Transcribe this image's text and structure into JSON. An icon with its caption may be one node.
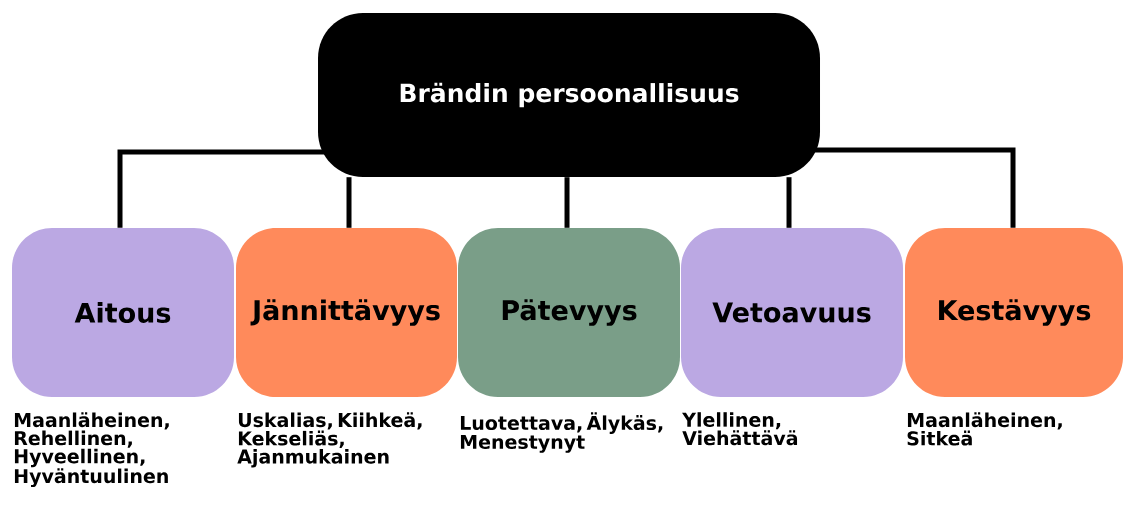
{
  "diagram": {
    "nodes": [
      {
        "text": [
          "Brändin persoonallisuus"
        ]
      },
      {
        "text": [
          "Aitous"
        ],
        "beside": [
          "Maanläheinen, Rehellinen, Hyveellinen, Hyväntuulinen"
        ]
      },
      {
        "text": [
          "Jännittävyys"
        ],
        "beside": [
          "Uskalias, Kiihkeä, Kekseliäs, Ajanmukainen"
        ]
      },
      {
        "text": [
          "Pätevyys"
        ],
        "beside": [
          "Luotettava, Älykäs, Menestynyt"
        ]
      },
      {
        "text": [
          "Vetoavuus"
        ],
        "beside": [
          "Ylellinen, Viehättävä"
        ]
      },
      {
        "text": [
          "Kestävyys"
        ],
        "beside": [
          "Maanläheinen, Sitkeä"
        ]
      }
    ],
    "edges": [
      {
        "from": 0,
        "to": 1,
        "arrow": "none"
      },
      {
        "from": 0,
        "to": 2,
        "arrow": "none"
      },
      {
        "from": 0,
        "to": 3,
        "arrow": "none"
      },
      {
        "from": 0,
        "to": 4,
        "arrow": "none"
      },
      {
        "from": 0,
        "to": 5,
        "arrow": "none"
      }
    ]
  }
}
